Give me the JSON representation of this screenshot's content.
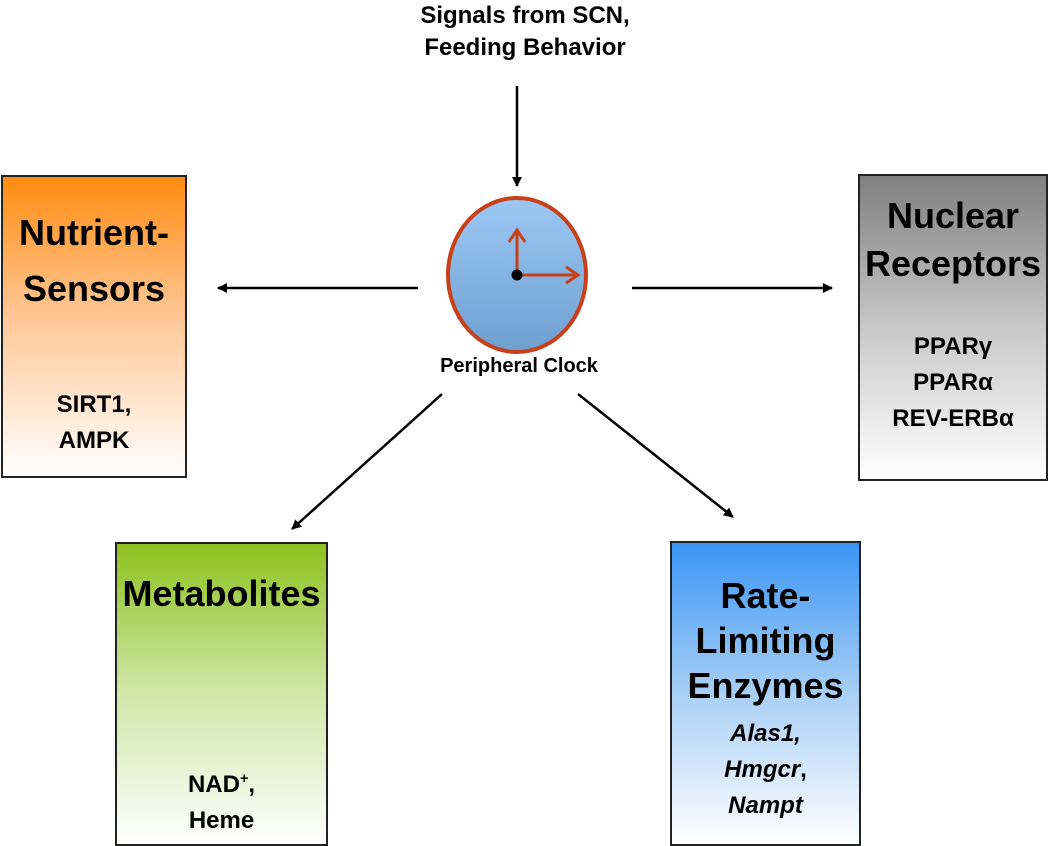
{
  "input": {
    "line1": "Signals from SCN,",
    "line2": "Feeding Behavior"
  },
  "clock": {
    "label": "Peripheral Clock",
    "colors": {
      "face": "#8ab6e4",
      "rim": "#c8401a",
      "hands": "#c8401a"
    }
  },
  "nutrient_sensors": {
    "title_line1": "Nutrient-",
    "title_line2": "Sensors",
    "items": [
      "SIRT1,",
      "AMPK"
    ],
    "color": "#ff8c10"
  },
  "nuclear_receptors": {
    "title_line1": "Nuclear",
    "title_line2": "Receptors",
    "items": [
      "PPARγ",
      "PPARα",
      "REV-ERBα"
    ],
    "color": "#7f7f7f"
  },
  "metabolites": {
    "title": "Metabolites",
    "item1_base": "NAD",
    "item1_sup": "+",
    "item1_suffix": ",",
    "item2": "Heme",
    "color": "#8dc21f"
  },
  "enzymes": {
    "title_line1": "Rate-",
    "title_line2": "Limiting",
    "title_line3": "Enzymes",
    "items": [
      "Alas1,",
      "Hmgcr",
      "Nampt"
    ],
    "item2_suffix": ",",
    "color": "#3a95f5"
  }
}
